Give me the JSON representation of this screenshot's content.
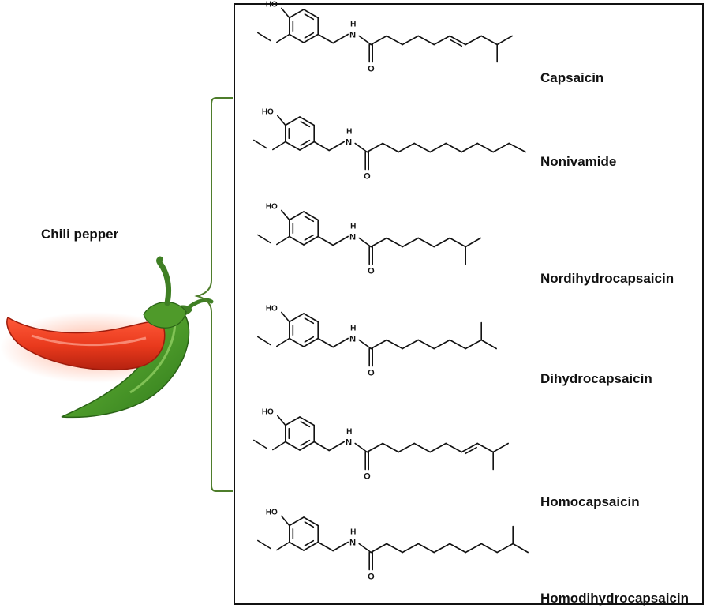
{
  "diagram": {
    "plant_label": "Chili pepper",
    "atoms": {
      "hydroxyl": "HO",
      "nitrogen": "N",
      "hydrogen": "H",
      "oxygen": "O"
    },
    "molecules": [
      {
        "name": "Capsaicin"
      },
      {
        "name": "Nonivamide"
      },
      {
        "name": "Nordihydrocapsaicin"
      },
      {
        "name": "Dihydrocapsaicin"
      },
      {
        "name": "Homocapsaicin"
      },
      {
        "name": "Homodihydrocapsaicin"
      }
    ]
  },
  "colors": {
    "bracket": "#4e7d2b",
    "red_pepper": "#e8391c",
    "green_pepper": "#4f9a2a",
    "stem": "#3f7f24",
    "ink": "#111111"
  }
}
